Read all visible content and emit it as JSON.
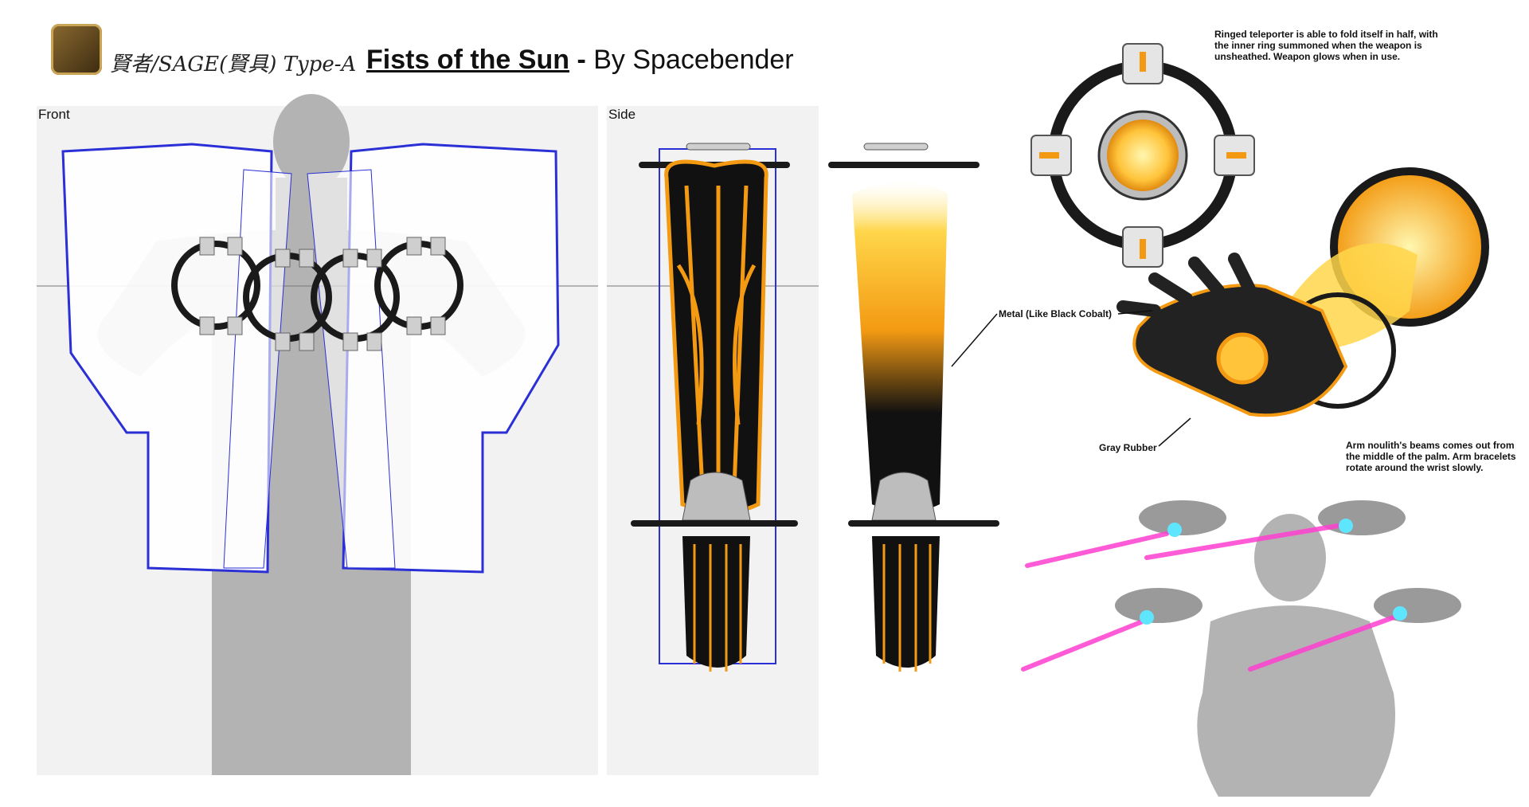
{
  "header": {
    "job_label": "賢者/SAGE(賢具) Type-A",
    "title_main": "Fists of the Sun",
    "title_sep": " - ",
    "title_by": "By Spacebender"
  },
  "panels": {
    "front_label": "Front",
    "side_label": "Side"
  },
  "notes": {
    "teleporter": "Ringed teleporter is able to fold itself in half, with the inner ring summoned when the weapon is unsheathed. Weapon glows when in use.",
    "metal": "Metal (Like Black Cobalt)",
    "rubber": "Gray Rubber",
    "beams": "Arm noulith's beams comes out from the middle of the palm. Arm bracelets rotate around the wrist slowly."
  },
  "colors": {
    "outline_blue": "#2a2fd6",
    "armor_black": "#111111",
    "armor_orange": "#f39a12",
    "glow_yellow": "#ffd64a",
    "silhouette_gray": "#b3b3b3",
    "beam_magenta": "#ff3fd0",
    "beam_cyan": "#5fe6ff"
  }
}
